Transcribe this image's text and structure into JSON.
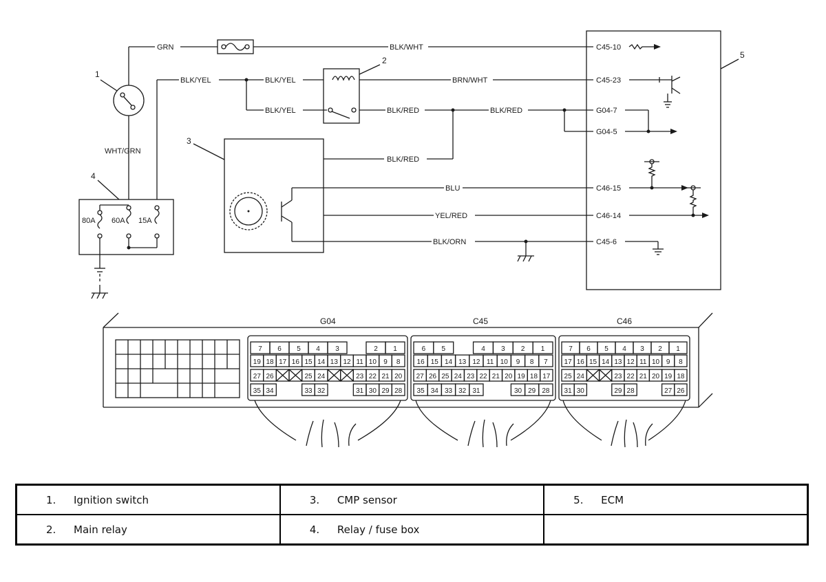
{
  "callouts": [
    "1",
    "2",
    "3",
    "4",
    "5"
  ],
  "wires": {
    "grn": "GRN",
    "blk_wht": "BLK/WHT",
    "blk_yel": "BLK/YEL",
    "brn_wht": "BRN/WHT",
    "blk_red": "BLK/RED",
    "wht_grn": "WHT/GRN",
    "blu": "BLU",
    "yel_red": "YEL/RED",
    "blk_orn": "BLK/ORN"
  },
  "fuses": [
    "80A",
    "60A",
    "15A"
  ],
  "ecm_pins": {
    "c45_10": "C45-10",
    "c45_23": "C45-23",
    "g04_7": "G04-7",
    "g04_5": "G04-5",
    "c46_15": "C46-15",
    "c46_14": "C46-14",
    "c45_6": "C45-6"
  },
  "connectors": [
    {
      "name": "G04",
      "rows": [
        [
          "7",
          "6",
          "5",
          "4",
          "3",
          "",
          "2",
          "1"
        ],
        [
          "19",
          "18",
          "17",
          "16",
          "15",
          "14",
          "13",
          "12",
          "11",
          "10",
          "9",
          "8"
        ],
        [
          "27",
          "26",
          "x",
          "x",
          "25",
          "24",
          "x",
          "x",
          "23",
          "22",
          "21",
          "20"
        ],
        [
          "35",
          "34",
          "",
          "",
          "33",
          "32",
          "",
          "",
          "31",
          "30",
          "29",
          "28"
        ]
      ]
    },
    {
      "name": "C45",
      "rows": [
        [
          "6",
          "5",
          "",
          "4",
          "3",
          "2",
          "1"
        ],
        [
          "16",
          "15",
          "14",
          "13",
          "12",
          "11",
          "10",
          "9",
          "8",
          "7"
        ],
        [
          "27",
          "26",
          "25",
          "24",
          "23",
          "22",
          "21",
          "20",
          "19",
          "18",
          "17"
        ],
        [
          "35",
          "34",
          "33",
          "32",
          "31",
          "",
          "",
          "30",
          "29",
          "28"
        ]
      ]
    },
    {
      "name": "C46",
      "rows": [
        [
          "7",
          "6",
          "5",
          "4",
          "3",
          "2",
          "1"
        ],
        [
          "17",
          "16",
          "15",
          "14",
          "13",
          "12",
          "11",
          "10",
          "9",
          "8"
        ],
        [
          "25",
          "24",
          "x",
          "x",
          "23",
          "22",
          "21",
          "20",
          "19",
          "18"
        ],
        [
          "31",
          "30",
          "",
          "",
          "29",
          "28",
          "",
          "",
          "27",
          "26"
        ]
      ]
    }
  ],
  "legend": [
    [
      {
        "num": "1.",
        "text": "Ignition switch"
      },
      {
        "num": "3.",
        "text": "CMP sensor"
      },
      {
        "num": "5.",
        "text": "ECM"
      }
    ],
    [
      {
        "num": "2.",
        "text": "Main relay"
      },
      {
        "num": "4.",
        "text": "Relay / fuse box"
      },
      {
        "num": "",
        "text": ""
      }
    ]
  ]
}
